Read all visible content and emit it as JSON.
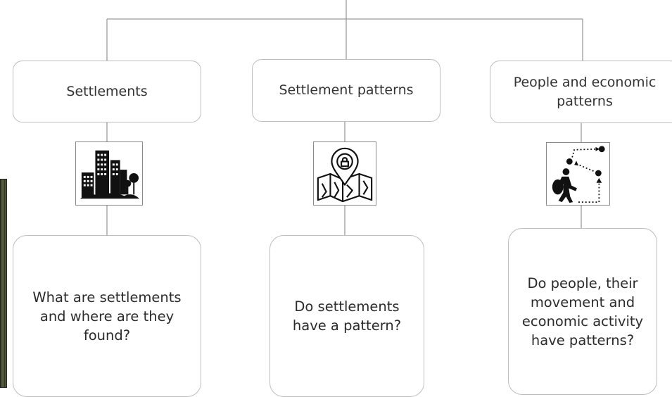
{
  "columns": [
    {
      "title": "Settlements",
      "icon": "city-buildings-icon",
      "question": "What are settlements and where are they found?"
    },
    {
      "title": "Settlement patterns",
      "icon": "map-pin-icon",
      "question": "Do settlements have a pattern?"
    },
    {
      "title": "People and economic patterns",
      "icon": "walking-person-route-icon",
      "question": "Do people, their movement and economic activity have patterns?"
    }
  ],
  "colors": {
    "line": "#9a9a9a",
    "box_border": "#bdbdbd",
    "icon": "#111111"
  }
}
